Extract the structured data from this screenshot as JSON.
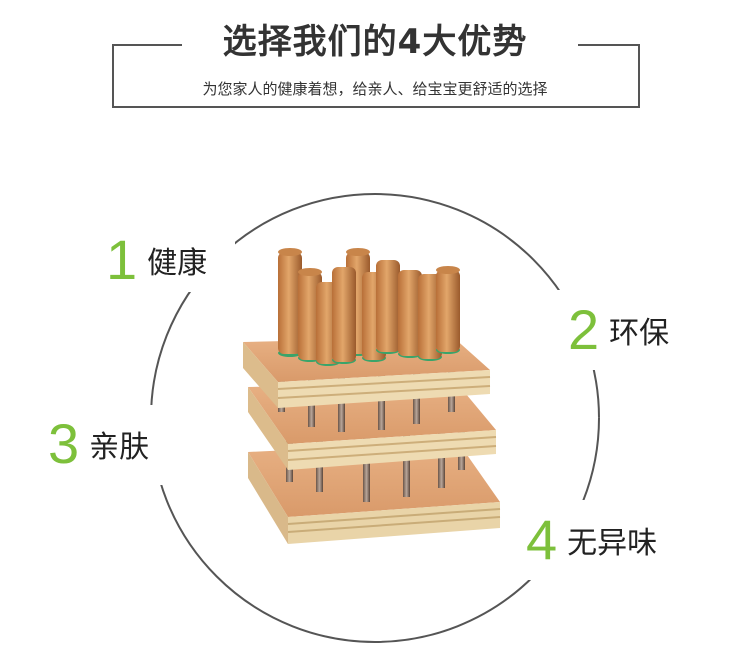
{
  "header": {
    "title": "选择我们的4大优势",
    "subtitle": "为您家人的健康着想，给亲人、给宝宝更舒适的选择"
  },
  "features": [
    {
      "num": "1",
      "label": "健康"
    },
    {
      "num": "2",
      "label": "环保"
    },
    {
      "num": "3",
      "label": "亲肤"
    },
    {
      "num": "4",
      "label": "无异味"
    }
  ],
  "colors": {
    "accent": "#7dc03b",
    "text": "#222222",
    "line": "#555555"
  },
  "image": {
    "subject": "wooden-peg-stool-photo"
  }
}
